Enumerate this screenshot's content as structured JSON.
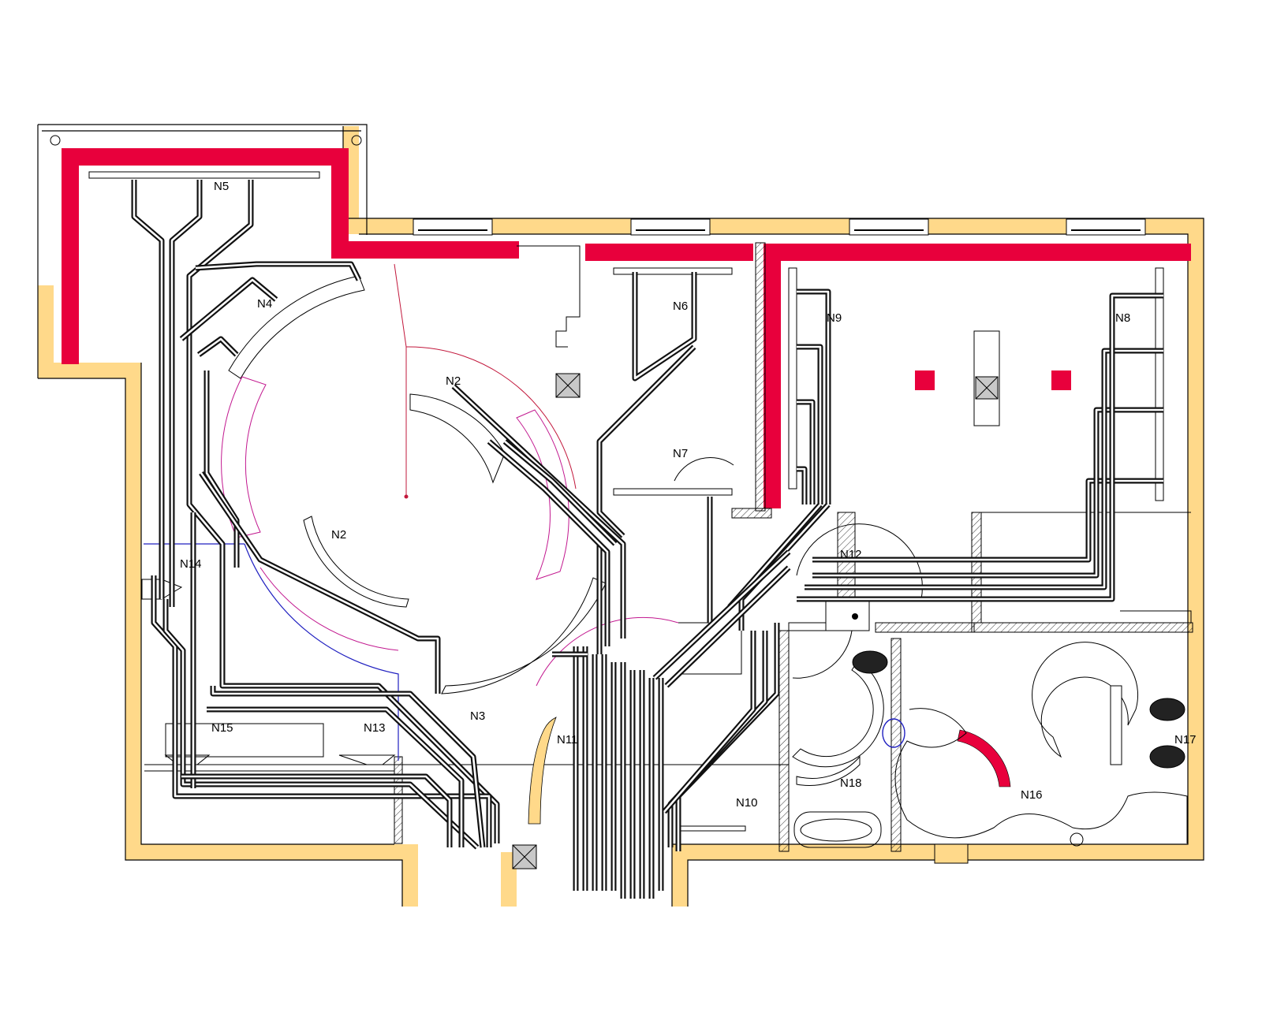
{
  "drawing": {
    "colors": {
      "outer_wall": "#ffd98a",
      "heating_wall": "#e8003c",
      "pipe": "#111111",
      "arc_lines": "#c2188f",
      "blue_line": "#2020c0"
    },
    "rooms": [
      {
        "id": "n5",
        "label": "N5"
      },
      {
        "id": "n4",
        "label": "N4"
      },
      {
        "id": "n2a",
        "label": "N2"
      },
      {
        "id": "n2b",
        "label": "N2"
      },
      {
        "id": "n6",
        "label": "N6"
      },
      {
        "id": "n7",
        "label": "N7"
      },
      {
        "id": "n9",
        "label": "N9"
      },
      {
        "id": "n8",
        "label": "N8"
      },
      {
        "id": "n12",
        "label": "N12"
      },
      {
        "id": "n14",
        "label": "N14"
      },
      {
        "id": "n15",
        "label": "N15"
      },
      {
        "id": "n13",
        "label": "N13"
      },
      {
        "id": "n3",
        "label": "N3"
      },
      {
        "id": "n11",
        "label": "N11"
      },
      {
        "id": "n10",
        "label": "N10"
      },
      {
        "id": "n18",
        "label": "N18"
      },
      {
        "id": "n16",
        "label": "N16"
      },
      {
        "id": "n17",
        "label": "N17"
      }
    ]
  }
}
